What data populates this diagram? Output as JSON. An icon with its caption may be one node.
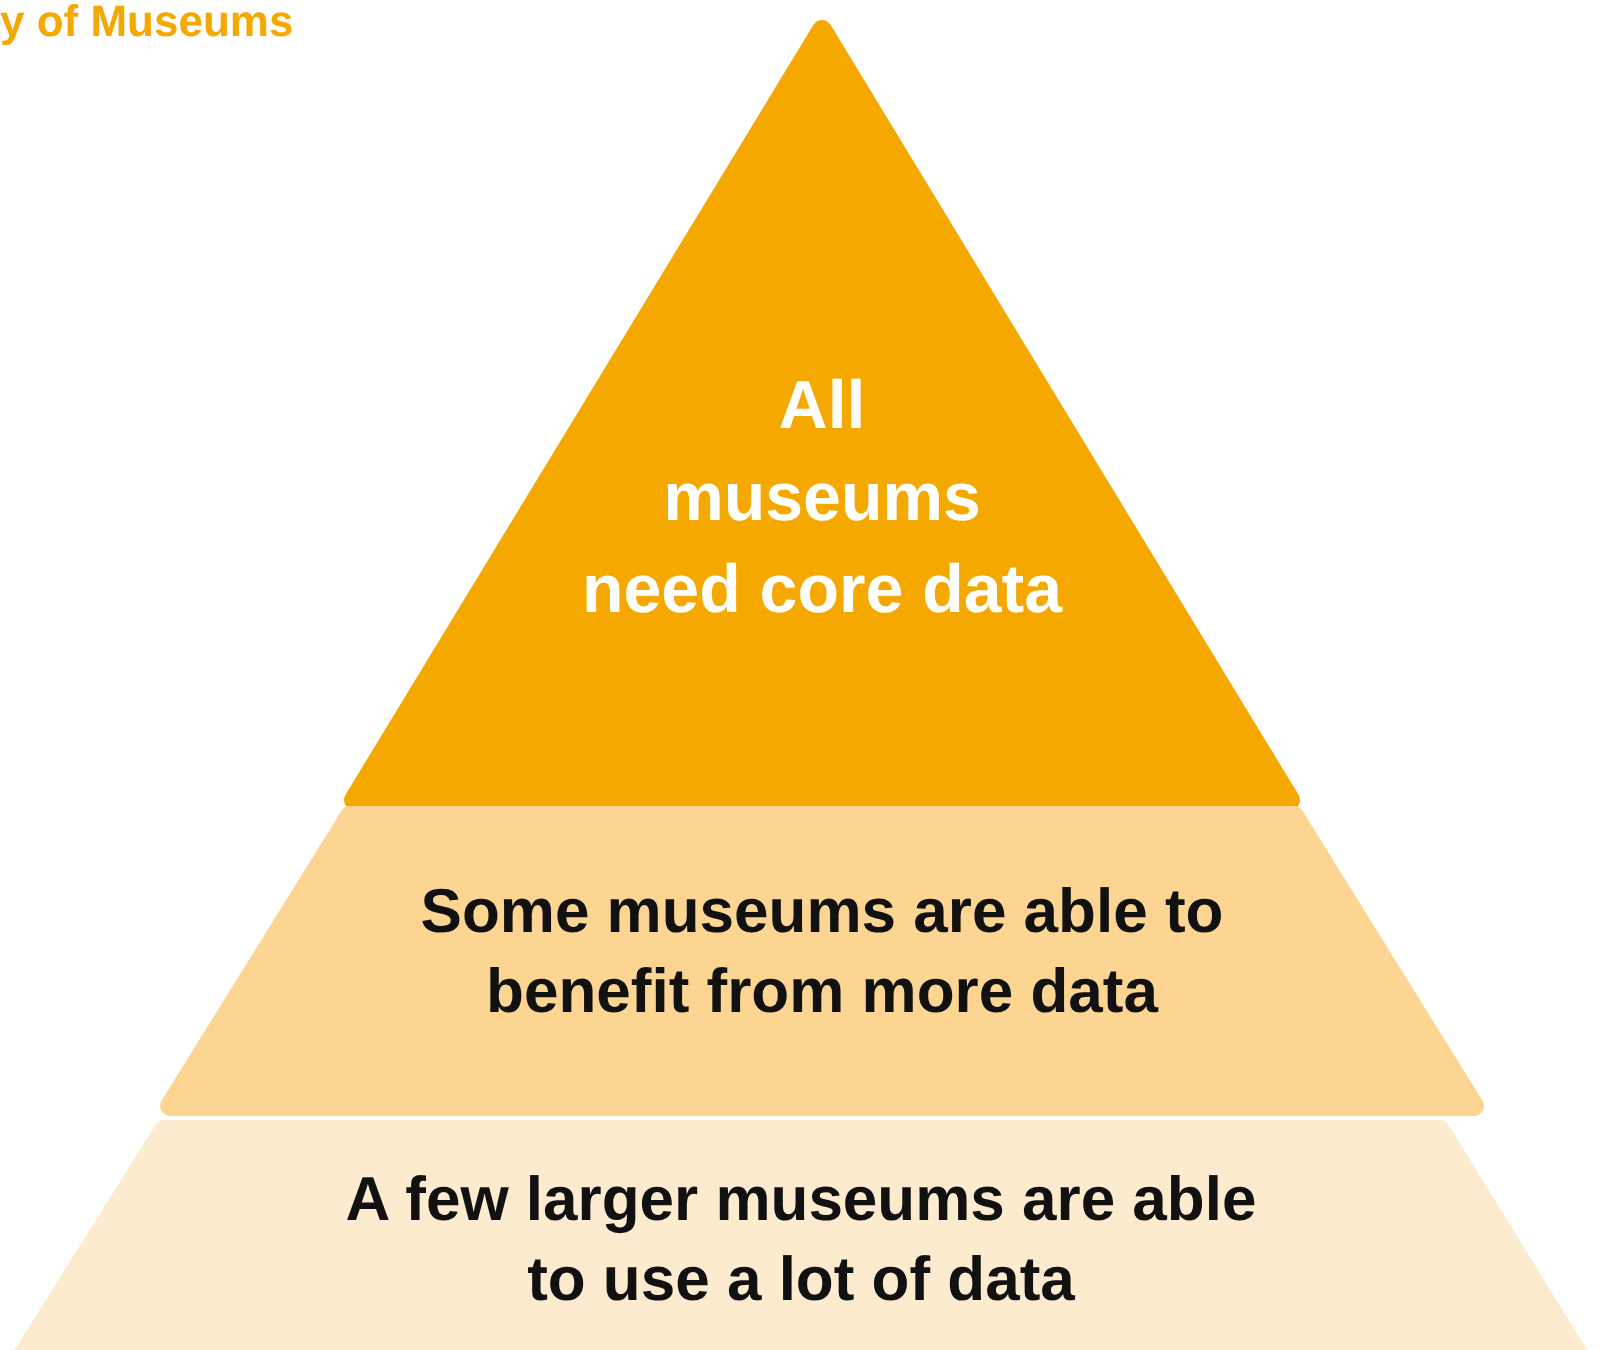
{
  "diagram": {
    "nodes": [
      {
        "text": [
          "All museums need core data"
        ]
      },
      {
        "text": [
          "Some museums are able to benefit from more data"
        ]
      },
      {
        "text": [
          "A few larger museums are able to use a lot of data"
        ]
      }
    ],
    "labels": [
      "y of Museums"
    ]
  }
}
